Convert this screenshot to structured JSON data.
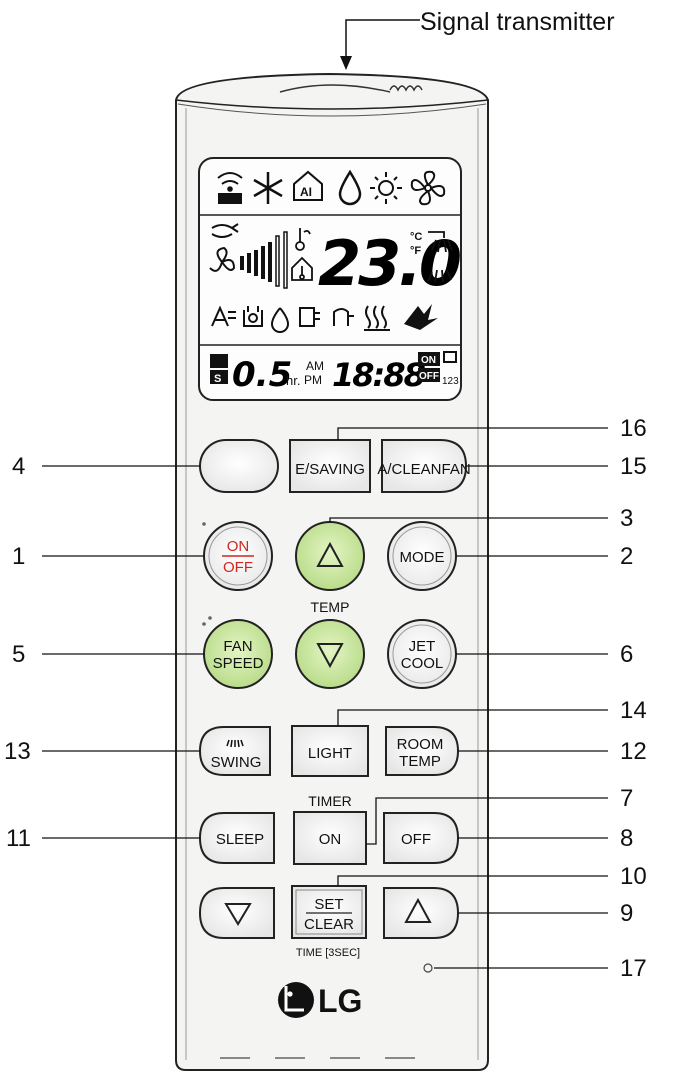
{
  "header_label": "Signal transmitter",
  "display": {
    "temperature": "23.0",
    "unit_c": "°C",
    "unit_f": "°F",
    "timer_hours": "0.5",
    "hr_label": "hr.",
    "am_label": "AM",
    "pm_label": "PM",
    "clock": "18:88",
    "on_label": "ON",
    "off_label": "OFF",
    "mode_number": "123",
    "house_icon_label": "S"
  },
  "buttons": {
    "esaving": "E/SAVING",
    "aclean_fan": "A/CLEANFAN",
    "on": "ON",
    "off": "OFF",
    "mode": "MODE",
    "temp_label": "TEMP",
    "fan": "FAN",
    "speed": "SPEED",
    "jet": "JET",
    "cool": "COOL",
    "swing": "SWING",
    "light": "LIGHT",
    "room": "ROOM",
    "room_temp": "TEMP",
    "timer_label": "TIMER",
    "sleep": "SLEEP",
    "timer_on": "ON",
    "timer_off": "OFF",
    "set": "SET",
    "clear": "CLEAR",
    "time_note": "TIME [3SEC]"
  },
  "brand": "LG",
  "callouts": [
    "16",
    "15",
    "4",
    "3",
    "1",
    "2",
    "5",
    "6",
    "14",
    "13",
    "12",
    "7",
    "11",
    "8",
    "10",
    "9",
    "17"
  ]
}
